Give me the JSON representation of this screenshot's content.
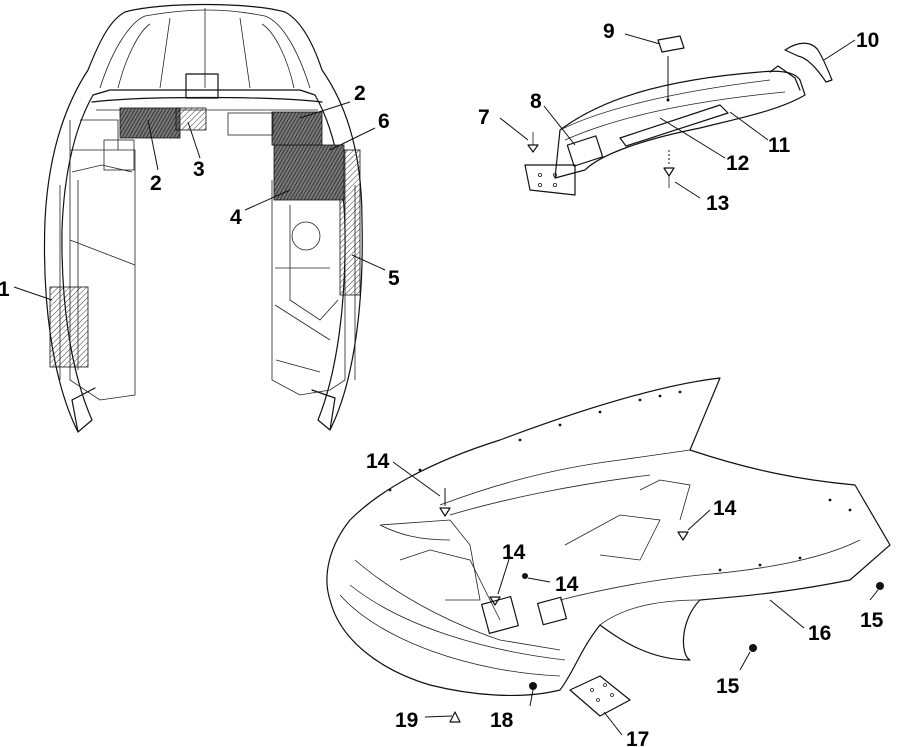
{
  "callouts": [
    {
      "id": "c1",
      "label": "1"
    },
    {
      "id": "c2a",
      "label": "2"
    },
    {
      "id": "c2b",
      "label": "2"
    },
    {
      "id": "c3",
      "label": "3"
    },
    {
      "id": "c4",
      "label": "4"
    },
    {
      "id": "c5",
      "label": "5"
    },
    {
      "id": "c6",
      "label": "6"
    },
    {
      "id": "c7",
      "label": "7"
    },
    {
      "id": "c8",
      "label": "8"
    },
    {
      "id": "c9",
      "label": "9"
    },
    {
      "id": "c10",
      "label": "10"
    },
    {
      "id": "c11",
      "label": "11"
    },
    {
      "id": "c12",
      "label": "12"
    },
    {
      "id": "c13",
      "label": "13"
    },
    {
      "id": "c14a",
      "label": "14"
    },
    {
      "id": "c14b",
      "label": "14"
    },
    {
      "id": "c14c",
      "label": "14"
    },
    {
      "id": "c14d",
      "label": "14"
    },
    {
      "id": "c15a",
      "label": "15"
    },
    {
      "id": "c15b",
      "label": "15"
    },
    {
      "id": "c16",
      "label": "16"
    },
    {
      "id": "c17",
      "label": "17"
    },
    {
      "id": "c18",
      "label": "18"
    },
    {
      "id": "c19",
      "label": "19"
    }
  ]
}
